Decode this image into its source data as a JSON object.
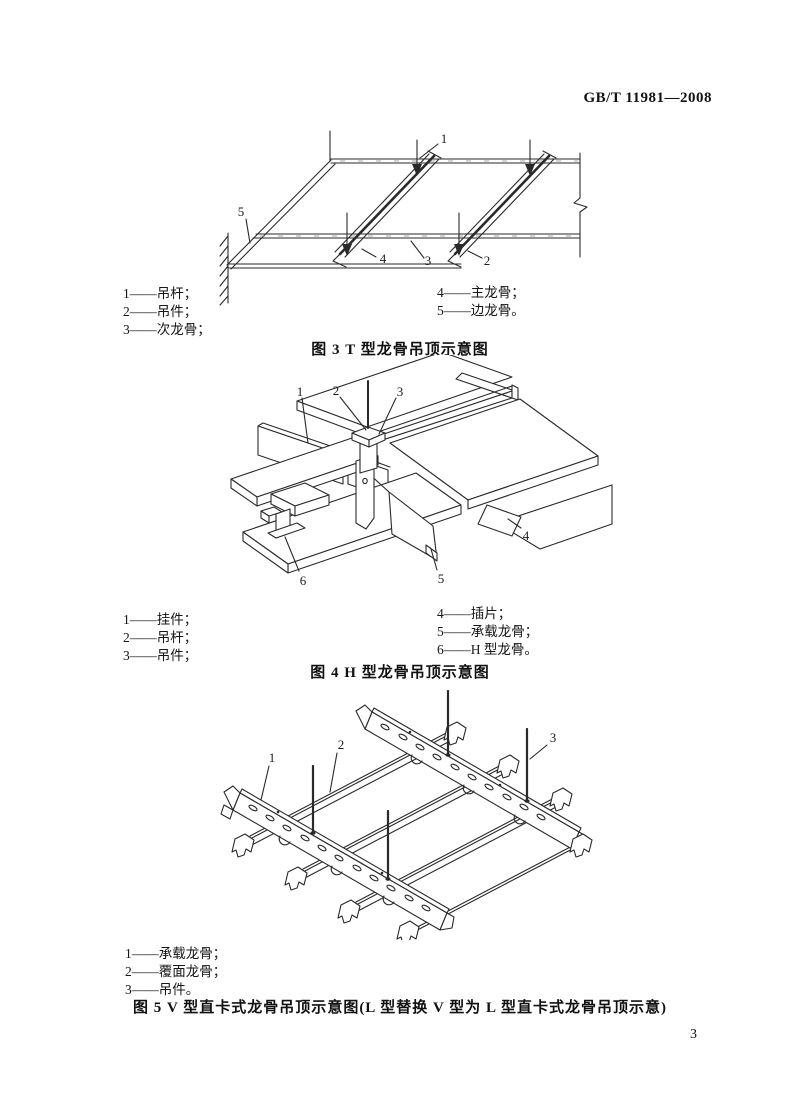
{
  "page": {
    "header": "GB/T 11981—2008",
    "page_number": "3",
    "background": "#ffffff",
    "line_color": "#2a2a2a",
    "text_color": "#161616"
  },
  "figures": [
    {
      "caption": "图 3  T 型龙骨吊顶示意图",
      "legend_left": [
        "1——吊杆；",
        "2——吊件；",
        "3——次龙骨；"
      ],
      "legend_right": [
        "4——主龙骨；",
        "5——边龙骨。"
      ],
      "part_labels": [
        "1",
        "2",
        "3",
        "4",
        "5"
      ]
    },
    {
      "caption": "图 4  H 型龙骨吊顶示意图",
      "legend_left": [
        "1——挂件；",
        "2——吊杆；",
        "3——吊件；"
      ],
      "legend_right": [
        "4——插片；",
        "5——承载龙骨；",
        "6——H 型龙骨。"
      ],
      "part_labels": [
        "1",
        "2",
        "3",
        "4",
        "5",
        "6"
      ]
    },
    {
      "caption": "图 5  V 型直卡式龙骨吊顶示意图(L 型替换 V 型为 L 型直卡式龙骨吊顶示意)",
      "legend_left": [
        "1——承载龙骨；",
        "2——覆面龙骨；",
        "3——吊件。"
      ],
      "legend_right": [],
      "part_labels": [
        "1",
        "2",
        "3"
      ]
    }
  ]
}
